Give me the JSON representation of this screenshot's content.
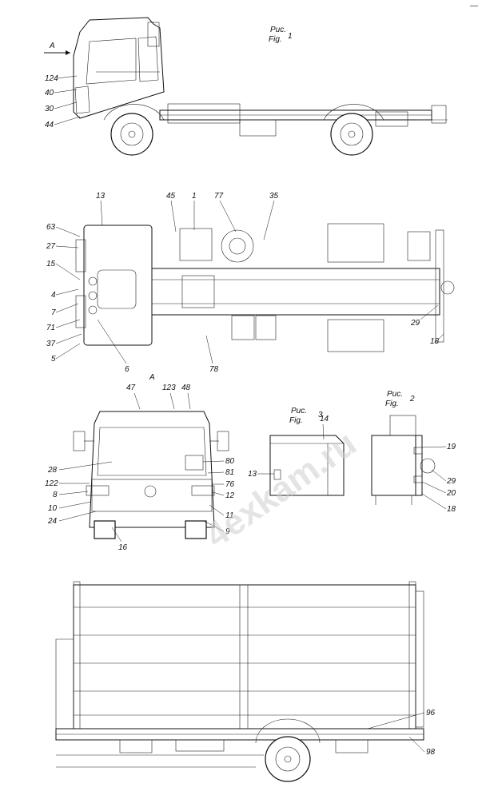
{
  "corner_mark": "—",
  "figure1": {
    "caption_ru": "Рис.",
    "caption_en": "Fig.",
    "number": "1",
    "view_arrow": "A",
    "side_labels": [
      "124",
      "40",
      "30",
      "44"
    ],
    "top_labels": [
      "13",
      "45",
      "1",
      "77",
      "35",
      "63",
      "27",
      "15",
      "4",
      "7",
      "71",
      "37",
      "5",
      "6",
      "78",
      "29",
      "18"
    ],
    "front_view_title": "A",
    "front_labels": [
      "47",
      "123",
      "48",
      "28",
      "122",
      "8",
      "10",
      "24",
      "16",
      "80",
      "81",
      "76",
      "12",
      "11",
      "9"
    ]
  },
  "figure2": {
    "caption_ru": "Рис.",
    "caption_en": "Fig.",
    "number": "2",
    "labels": [
      "19",
      "29",
      "20",
      "18"
    ]
  },
  "figure3": {
    "caption_ru": "Рис.",
    "caption_en": "Fig.",
    "number": "3",
    "labels": [
      "14",
      "13"
    ]
  },
  "body_view_labels": [
    "96",
    "98"
  ],
  "watermark": "4exkam.ru"
}
